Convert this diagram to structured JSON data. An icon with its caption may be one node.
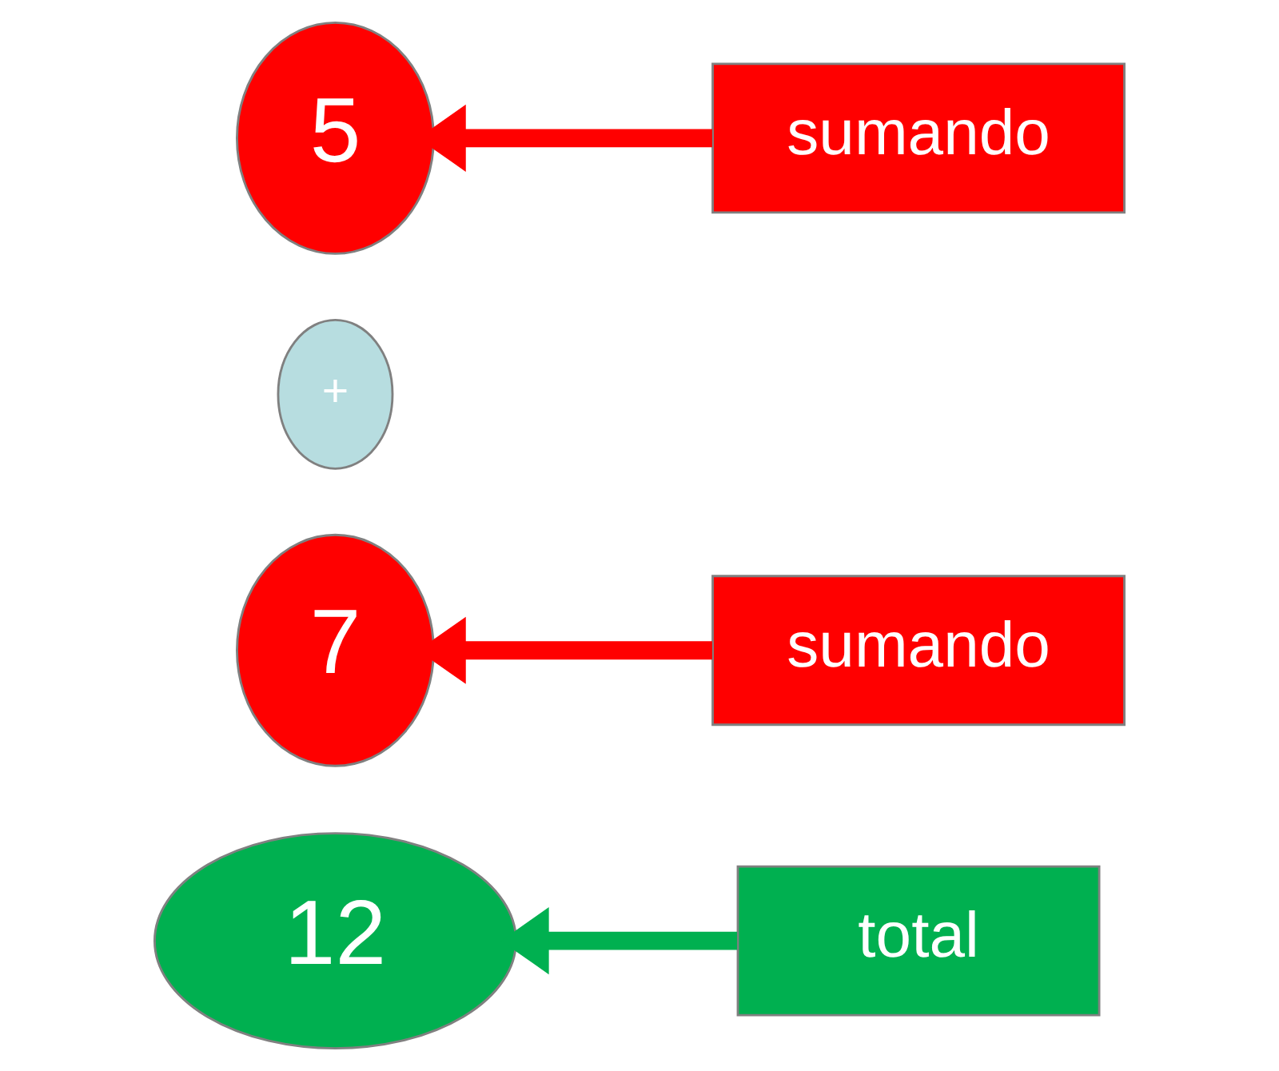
{
  "diagram": {
    "nodes": [
      {
        "text": [
          "5"
        ]
      },
      {
        "text": [
          "+"
        ]
      },
      {
        "text": [
          "7"
        ]
      },
      {
        "text": [
          "12"
        ]
      },
      {
        "text": [
          "sumando"
        ]
      },
      {
        "text": [
          "sumando"
        ]
      },
      {
        "text": [
          "total"
        ]
      }
    ],
    "edges": [
      {
        "from": 4,
        "to": 0,
        "arrow": "to"
      },
      {
        "from": 5,
        "to": 2,
        "arrow": "to"
      },
      {
        "from": 6,
        "to": 3,
        "arrow": "to",
        "color": "#00b050"
      }
    ]
  }
}
